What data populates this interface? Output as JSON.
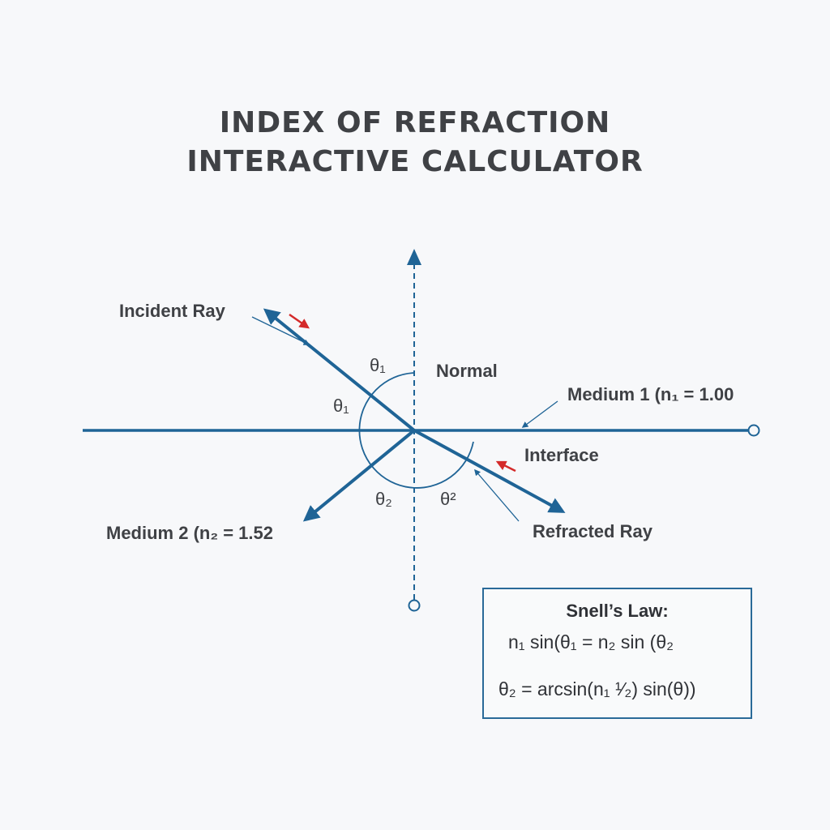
{
  "title": {
    "line1": "INDEX OF REFRACTION",
    "line2": "INTERACTIVE CALCULATOR"
  },
  "labels": {
    "incident_ray": "Incident Ray",
    "normal": "Normal",
    "medium1": "Medium 1 (n₁ = 1.00",
    "interface": "Interface",
    "medium2": "Medium 2 (n₂ = 1.52",
    "refracted_ray": "Refracted Ray"
  },
  "angles": {
    "theta1_top": "θ₁",
    "theta1_left": "θ₁",
    "theta2_bottom_left": "θ₂",
    "theta2_bottom_right": "θ²"
  },
  "snells_law": {
    "title": "Snell’s Law:",
    "equation1": "n₁ sin(θ₁ = n₂ sin (θ₂",
    "equation2": "θ₂ = arcsin(n₁ ¹⁄₂) sin(θ))"
  },
  "colors": {
    "ray": "#1f6496",
    "accent_arrow": "#d42a2a",
    "box_border": "#2a6a98",
    "text": "#3f4145"
  }
}
